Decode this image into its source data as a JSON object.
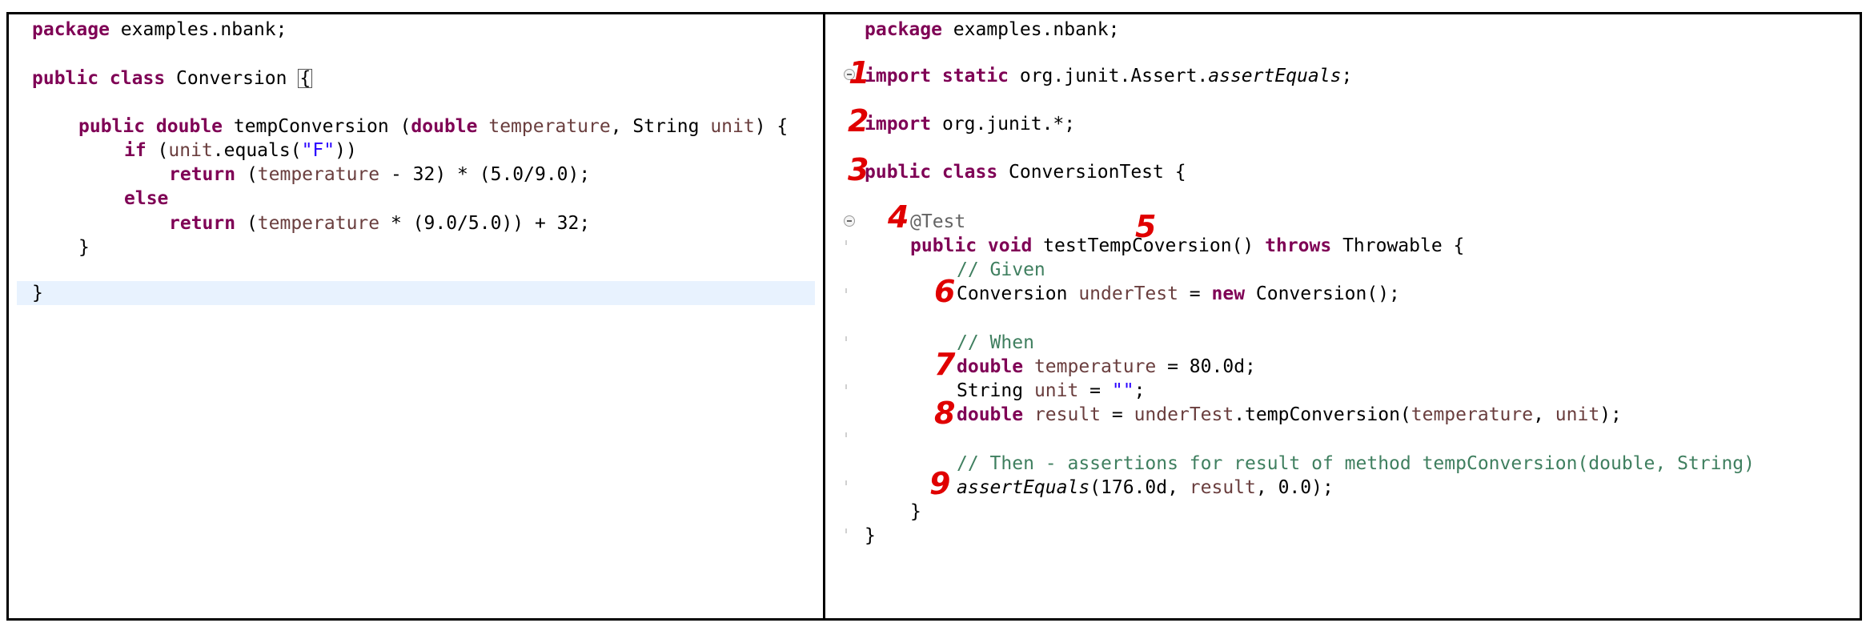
{
  "left_editor": {
    "package_kw": "package",
    "package_name": " examples.nbank;",
    "class_kw": "public class",
    "class_name": " Conversion ",
    "class_brace": "{",
    "method_kw1": "public double",
    "method_name": " tempConversion (",
    "method_kw2": "double",
    "method_param1": " temperature",
    "method_comma": ", String ",
    "method_param2": "unit",
    "method_end": ") {",
    "if_kw": "if",
    "if_open": " (",
    "if_var": "unit",
    "if_mid": ".equals(",
    "if_str": "\"F\"",
    "if_close": "))",
    "ret1_kw": "return",
    "ret1_open": " (",
    "ret1_var": "temperature",
    "ret1_rest": " - 32) * (5.0/9.0);",
    "else_kw": "else",
    "ret2_kw": "return",
    "ret2_open": " (",
    "ret2_var": "temperature",
    "ret2_rest": " * (9.0/5.0)) + 32;",
    "close_brace1": "}",
    "close_brace2": "}"
  },
  "right_editor": {
    "package_kw": "package",
    "package_name": " examples.nbank;",
    "import1_kw": "import static",
    "import1_pkg": " org.junit.Assert.",
    "import1_method": "assertEquals",
    "import1_end": ";",
    "import2_kw": "import",
    "import2_pkg": " org.junit.*;",
    "class_kw": "public class",
    "class_name": " ConversionTest {",
    "annotation": "@Test",
    "method_kw": "public void",
    "method_name": " testTempCoversion() ",
    "throws_kw": "throws",
    "throws_type": " Throwable {",
    "comment_given": "// Given",
    "given_type": "Conversion ",
    "given_var": "underTest",
    "given_eq": " = ",
    "given_new": "new",
    "given_ctor": " Conversion();",
    "comment_when": "// When",
    "temp_kw": "double",
    "temp_var": " temperature",
    "temp_val": " = 80.0d;",
    "unit_type": "String ",
    "unit_var": "unit",
    "unit_eq": " = ",
    "unit_str": "\"\"",
    "unit_end": ";",
    "result_kw": "double",
    "result_var": " result",
    "result_eq": " = ",
    "result_obj": "underTest",
    "result_call": ".tempConversion(",
    "result_arg1": "temperature",
    "result_sep": ", ",
    "result_arg2": "unit",
    "result_end": ");",
    "comment_then": "// Then - assertions for result of method tempConversion(double, String)",
    "assert_method": "assertEquals",
    "assert_open": "(176.0d, ",
    "assert_var": "result",
    "assert_end": ", 0.0);",
    "close_brace1": "}",
    "close_brace2": "}"
  },
  "step_markers": [
    "1",
    "2",
    "3",
    "4",
    "5",
    "6",
    "7",
    "8",
    "9"
  ],
  "colors": {
    "keyword": "#7f0055",
    "string": "#2a00ff",
    "variable": "#6a3e3e",
    "comment": "#3f7f5f",
    "annotation": "#646464",
    "marker": "#e00000",
    "current_line": "#e8f2fe"
  }
}
